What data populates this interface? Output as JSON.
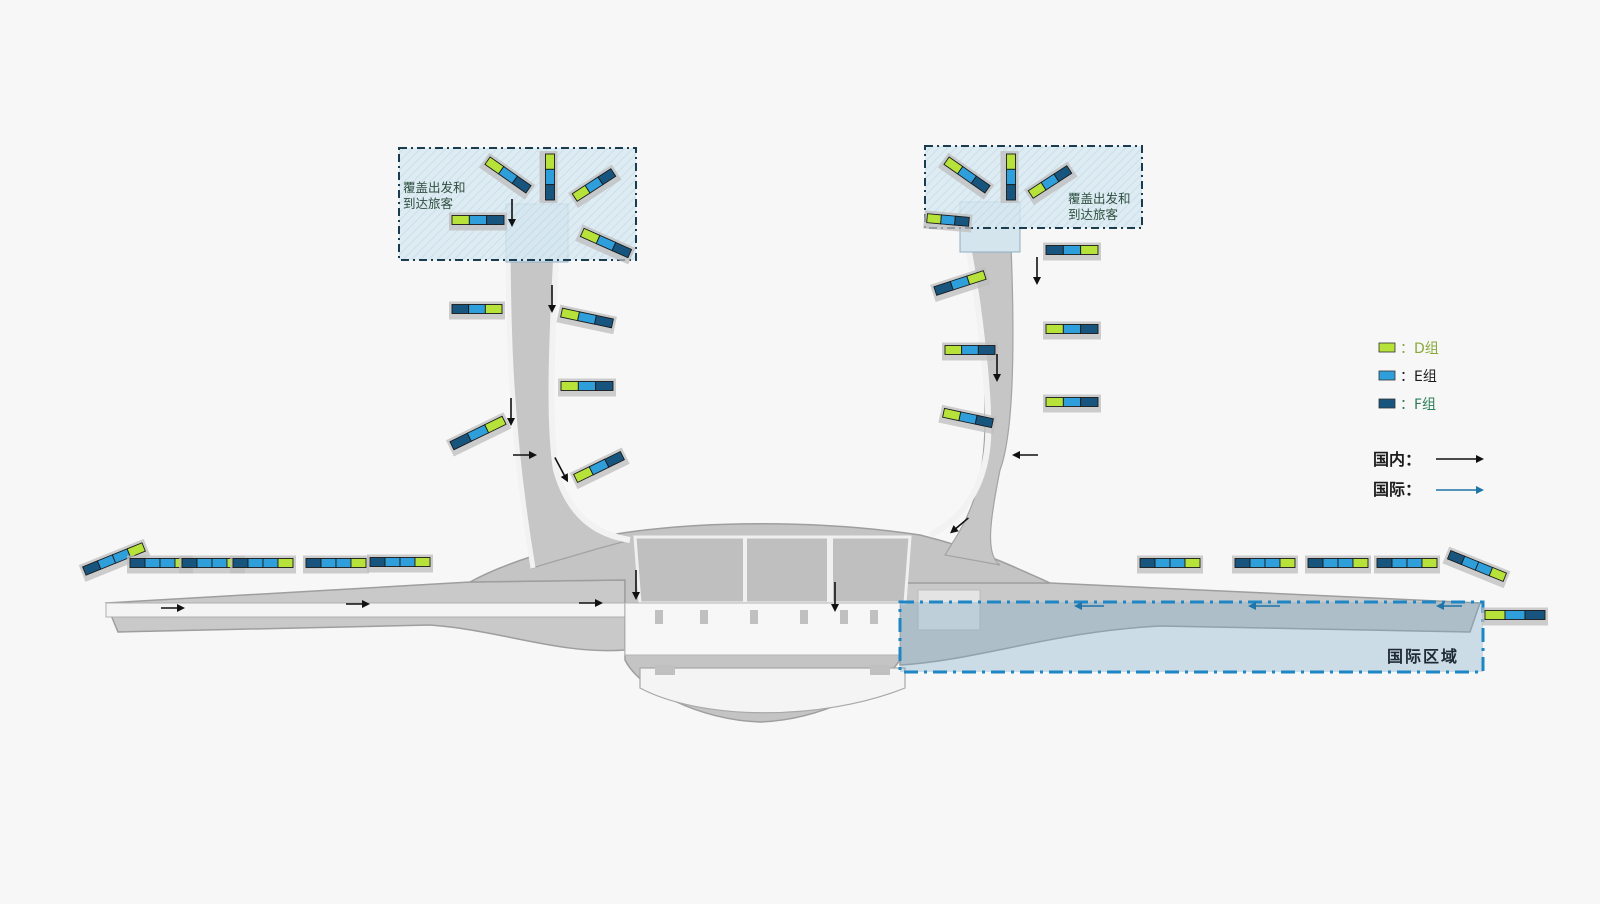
{
  "colors": {
    "group_d": "#b6e23a",
    "group_e": "#2f9fdc",
    "group_f": "#17557f",
    "domestic": "#111111",
    "international": "#1f74a8",
    "building": "#c7c7c7",
    "concourse": "#f1f1f1",
    "outline": "#9a9a9a",
    "zone_fill": "#d4e6f0",
    "zone_border": "#1b3b4f",
    "intl_zone_border": "#1e86c4",
    "label_green": "#2e6b48"
  },
  "annotations": {
    "left_pier_label_line1": "覆盖出发和",
    "left_pier_label_line2": "到达旅客",
    "right_pier_label_line1": "覆盖出发和",
    "right_pier_label_line2": "到达旅客",
    "international_zone": "国际区域"
  },
  "legend": {
    "groups": [
      {
        "color_key": "group_d",
        "label": "：D组",
        "text_color": "#8aa93a"
      },
      {
        "color_key": "group_e",
        "label": "：E组",
        "text_color": "#1c1c1c"
      },
      {
        "color_key": "group_f",
        "label": "：F组",
        "text_color": "#2e7d5a"
      }
    ],
    "flows": [
      {
        "label": "国内：",
        "color_key": "domestic"
      },
      {
        "label": "国际：",
        "color_key": "international"
      }
    ]
  },
  "gates": [
    {
      "id": "L1",
      "segments": [
        "group_f",
        "group_e",
        "group_e",
        "group_d"
      ]
    },
    {
      "id": "L2",
      "segments": [
        "group_f",
        "group_e",
        "group_e",
        "group_d"
      ]
    },
    {
      "id": "L3",
      "segments": [
        "group_f",
        "group_e",
        "group_e",
        "group_d"
      ]
    },
    {
      "id": "L4",
      "segments": [
        "group_f",
        "group_e",
        "group_e",
        "group_d"
      ]
    },
    {
      "id": "L5",
      "segments": [
        "group_f",
        "group_e",
        "group_e",
        "group_d"
      ]
    },
    {
      "id": "L6",
      "segments": [
        "group_f",
        "group_e",
        "group_e",
        "group_d"
      ]
    },
    {
      "id": "LP1",
      "segments": [
        "group_d",
        "group_e",
        "group_f"
      ]
    },
    {
      "id": "LP2",
      "segments": [
        "group_d",
        "group_e",
        "group_f"
      ]
    },
    {
      "id": "LP3",
      "segments": [
        "group_d",
        "group_e",
        "group_f"
      ]
    },
    {
      "id": "LP4",
      "segments": [
        "group_d",
        "group_e",
        "group_f"
      ]
    },
    {
      "id": "LP5",
      "segments": [
        "group_d",
        "group_e",
        "group_f"
      ]
    },
    {
      "id": "LP6",
      "segments": [
        "group_f",
        "group_e",
        "group_d"
      ]
    },
    {
      "id": "LP7",
      "segments": [
        "group_d",
        "group_e",
        "group_f"
      ]
    },
    {
      "id": "LP8",
      "segments": [
        "group_d",
        "group_e",
        "group_f"
      ]
    },
    {
      "id": "LP9",
      "segments": [
        "group_f",
        "group_e",
        "group_d"
      ]
    },
    {
      "id": "LP10",
      "segments": [
        "group_d",
        "group_e",
        "group_f"
      ]
    },
    {
      "id": "RP1",
      "segments": [
        "group_d",
        "group_e",
        "group_f"
      ]
    },
    {
      "id": "RP2",
      "segments": [
        "group_d",
        "group_e",
        "group_f"
      ]
    },
    {
      "id": "RP3",
      "segments": [
        "group_d",
        "group_e",
        "group_f"
      ]
    },
    {
      "id": "RP4",
      "segments": [
        "group_d",
        "group_e",
        "group_f"
      ]
    },
    {
      "id": "RP5",
      "segments": [
        "group_f",
        "group_e",
        "group_d"
      ]
    },
    {
      "id": "RP6",
      "segments": [
        "group_f",
        "group_e",
        "group_d"
      ]
    },
    {
      "id": "RP7",
      "segments": [
        "group_d",
        "group_e",
        "group_f"
      ]
    },
    {
      "id": "RP8",
      "segments": [
        "group_d",
        "group_e",
        "group_f"
      ]
    },
    {
      "id": "RP9",
      "segments": [
        "group_d",
        "group_e",
        "group_f"
      ]
    },
    {
      "id": "RP10",
      "segments": [
        "group_d",
        "group_e",
        "group_f"
      ]
    },
    {
      "id": "R1",
      "segments": [
        "group_f",
        "group_e",
        "group_e",
        "group_d"
      ]
    },
    {
      "id": "R2",
      "segments": [
        "group_f",
        "group_e",
        "group_e",
        "group_d"
      ]
    },
    {
      "id": "R3",
      "segments": [
        "group_f",
        "group_e",
        "group_e",
        "group_d"
      ]
    },
    {
      "id": "R4",
      "segments": [
        "group_f",
        "group_e",
        "group_e",
        "group_d"
      ]
    },
    {
      "id": "R5",
      "segments": [
        "group_f",
        "group_e",
        "group_e",
        "group_d"
      ]
    },
    {
      "id": "R6",
      "segments": [
        "group_d",
        "group_e",
        "group_f"
      ]
    }
  ],
  "flow_arrows": [
    {
      "id": "d1",
      "flow": "domestic"
    },
    {
      "id": "d2",
      "flow": "domestic"
    },
    {
      "id": "d3",
      "flow": "domestic"
    },
    {
      "id": "d4",
      "flow": "domestic"
    },
    {
      "id": "d5",
      "flow": "domestic"
    },
    {
      "id": "d6",
      "flow": "domestic"
    },
    {
      "id": "d7",
      "flow": "domestic"
    },
    {
      "id": "d8",
      "flow": "domestic"
    },
    {
      "id": "d9",
      "flow": "domestic"
    },
    {
      "id": "d10",
      "flow": "domestic"
    },
    {
      "id": "d11",
      "flow": "domestic"
    },
    {
      "id": "d12",
      "flow": "domestic"
    },
    {
      "id": "d13",
      "flow": "domestic"
    },
    {
      "id": "d14",
      "flow": "domestic"
    },
    {
      "id": "d15",
      "flow": "domestic"
    },
    {
      "id": "d16",
      "flow": "domestic"
    },
    {
      "id": "d17",
      "flow": "domestic"
    },
    {
      "id": "i1",
      "flow": "international"
    },
    {
      "id": "i2",
      "flow": "international"
    },
    {
      "id": "i3",
      "flow": "international"
    }
  ]
}
